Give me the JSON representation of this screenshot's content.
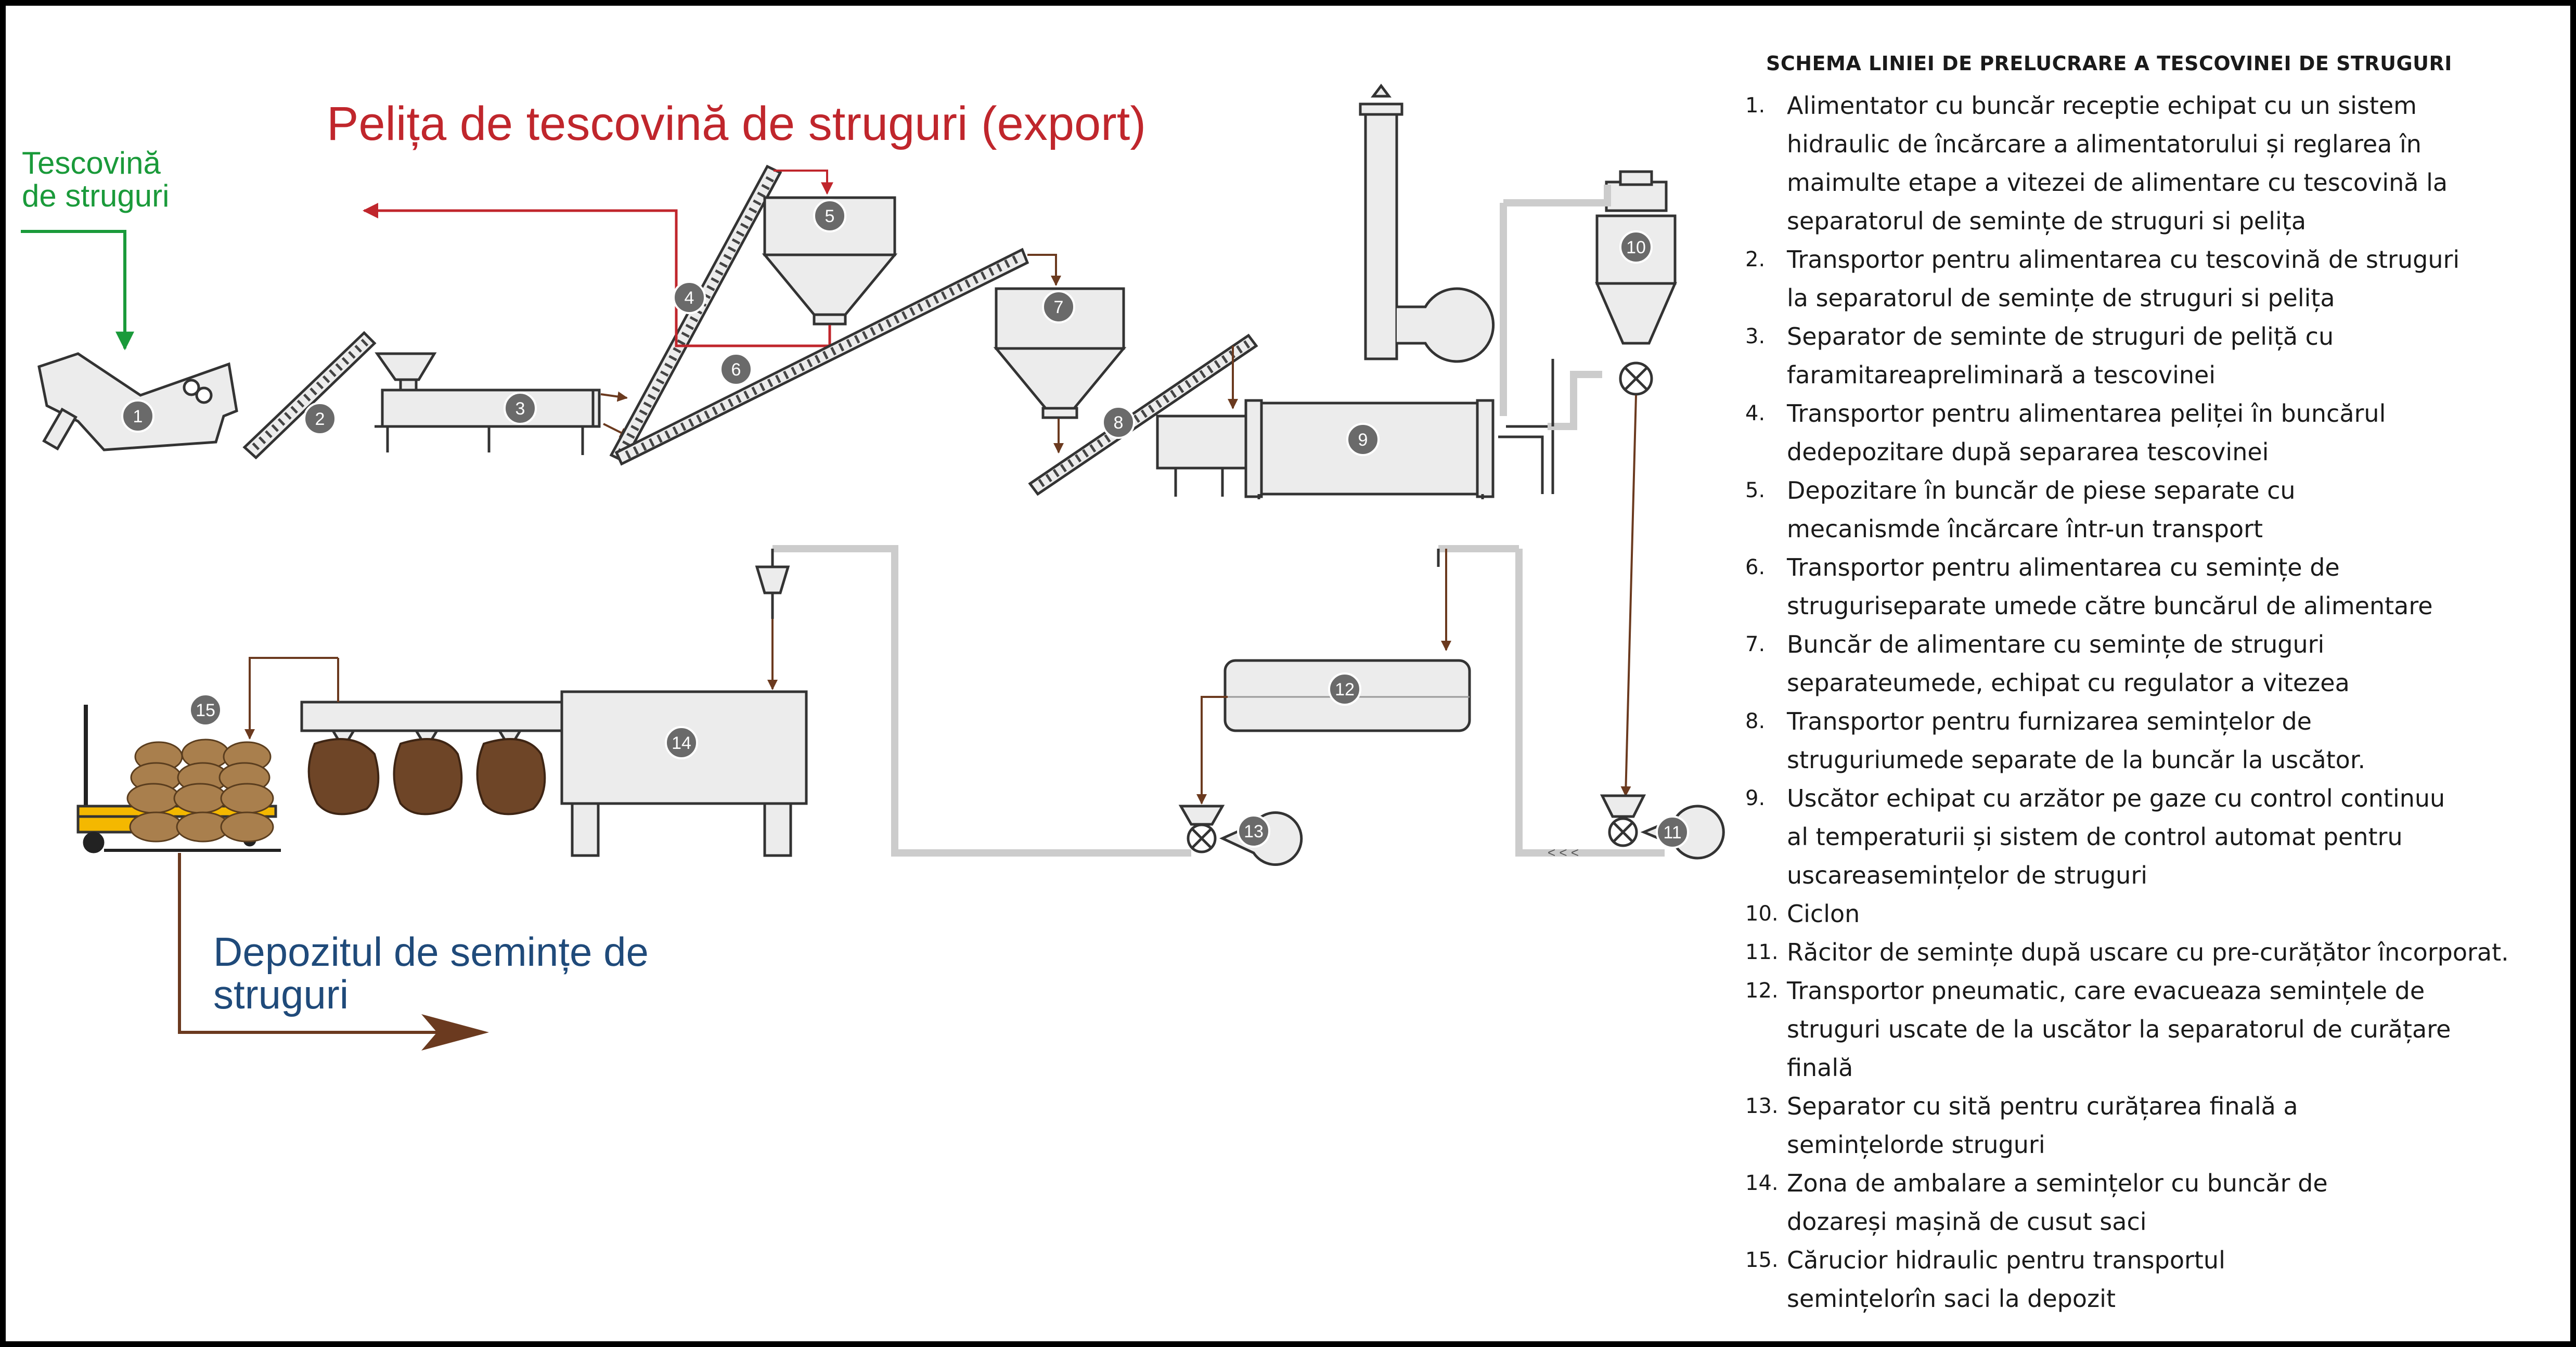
{
  "labels": {
    "input": "Tescovină\nde struguri",
    "export": "Pelița de tescovină de struguri (export)",
    "storage": "Depozitul de semințe de\nstruguri"
  },
  "colors": {
    "input_green": "#1a9a3a",
    "export_red": "#c0262c",
    "storage_blue": "#1f4a7a",
    "flow_brown": "#6b3a1f",
    "equipment_fill": "#e9e9e9",
    "badge_fill": "#6a6a6a",
    "sack_brown": "#6e4527",
    "pallet_yellow": "#f4b800"
  },
  "equipment_numbers": [
    "1",
    "2",
    "3",
    "4",
    "5",
    "6",
    "7",
    "8",
    "9",
    "10",
    "11",
    "12",
    "13",
    "14",
    "15"
  ],
  "legend": {
    "title": "SCHEMA LINIEI DE PRELUCRARE A TESCOVINEI DE STRUGURI",
    "items": [
      {
        "n": "1.",
        "text": "Alimentator cu buncăr receptie echipat cu un sistem\nhidraulic de încărcare a alimentatorului și reglarea în\nmaimulte etape a vitezei de alimentare cu tescovină la\nseparatorul de semințe de struguri si pelița"
      },
      {
        "n": "2.",
        "text": "Transportor pentru alimentarea cu tescovină de struguri\nla separatorul de semințe de struguri si pelița"
      },
      {
        "n": "3.",
        "text": "Separator de seminte de struguri de peliță cu\nfaramitareapreliminară a tescovinei"
      },
      {
        "n": "4.",
        "text": "Transportor pentru alimentarea peliței în buncărul\ndedepozitare după separarea tescovinei"
      },
      {
        "n": "5.",
        "text": "Depozitare în buncăr de piese separate cu\nmecanismde încărcare într-un transport"
      },
      {
        "n": "6.",
        "text": "Transportor pentru alimentarea cu semințe de\nstruguriseparate umede către buncărul de alimentare"
      },
      {
        "n": "7.",
        "text": "Buncăr de alimentare cu semințe de struguri\nseparateumede, echipat cu regulator a vitezea"
      },
      {
        "n": "8.",
        "text": "Transportor pentru furnizarea semințelor de\nstruguriumede separate de la buncăr la uscător."
      },
      {
        "n": "9.",
        "text": "Uscător echipat cu arzător pe gaze cu control continuu\nal temperaturii și sistem de control automat pentru\nuscareasemințelor de struguri"
      },
      {
        "n": "10.",
        "text": "Ciclon"
      },
      {
        "n": "11.",
        "text": "Răcitor de semințe după uscare cu pre-curățător încorporat."
      },
      {
        "n": "12.",
        "text": "Transportor pneumatic, care evacueaza semințele de\nstruguri uscate de la uscător la separatorul de curățare\nfinală"
      },
      {
        "n": "13.",
        "text": "Separator cu sită pentru curățarea finală a\nsemințelorde struguri"
      },
      {
        "n": "14.",
        "text": "Zona de ambalare a semințelor cu buncăr de\ndozareși mașină de cusut saci"
      },
      {
        "n": "15.",
        "text": "Cărucior hidraulic pentru transportul\nsemințelorîn saci la depozit"
      }
    ]
  }
}
